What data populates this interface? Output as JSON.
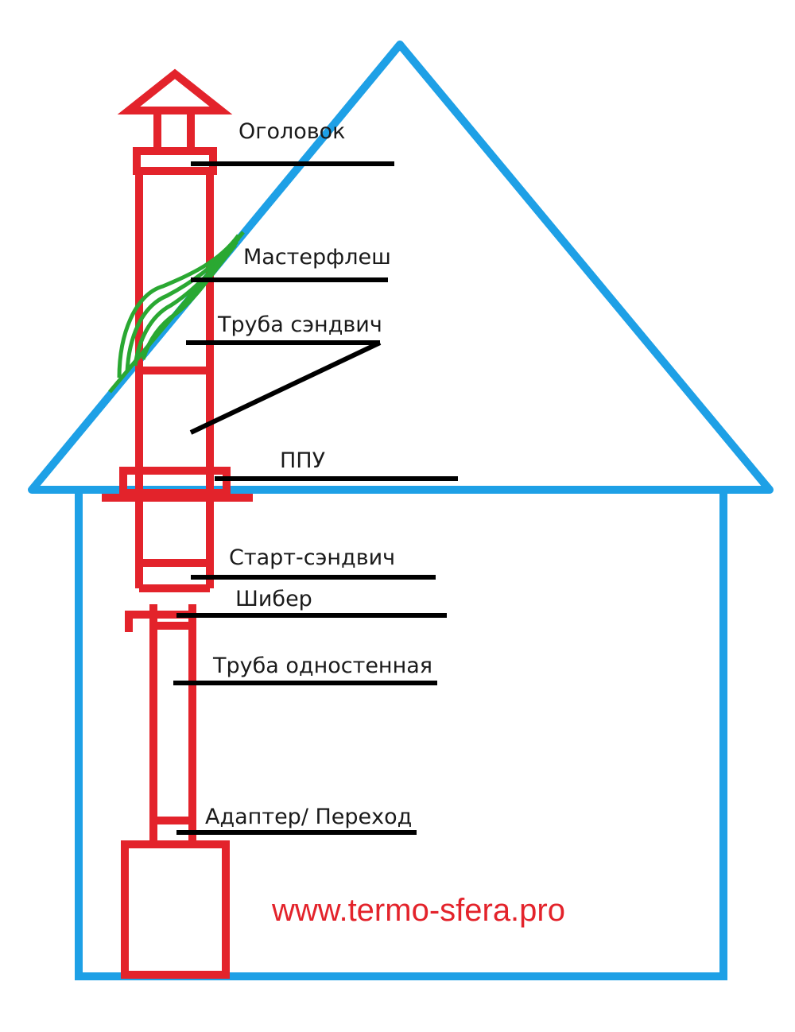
{
  "colors": {
    "house_outline": "#1ea0e6",
    "chimney": "#e3232b",
    "flashing": "#2aa832",
    "leader_lines": "#000000",
    "label_text": "#1a1a1a",
    "website_text": "#e3232b",
    "background": "#ffffff"
  },
  "labels": {
    "cap": "Оголовок",
    "master_flash": "Мастерфлеш",
    "sandwich_pipe": "Труба сэндвич",
    "ceiling_pass": "ППУ",
    "start_sandwich": "Старт-сэндвич",
    "damper": "Шибер",
    "single_wall_pipe": "Труба одностенная",
    "adapter": "Адаптер/ Переход"
  },
  "website": "www.termo-sfera.pro"
}
